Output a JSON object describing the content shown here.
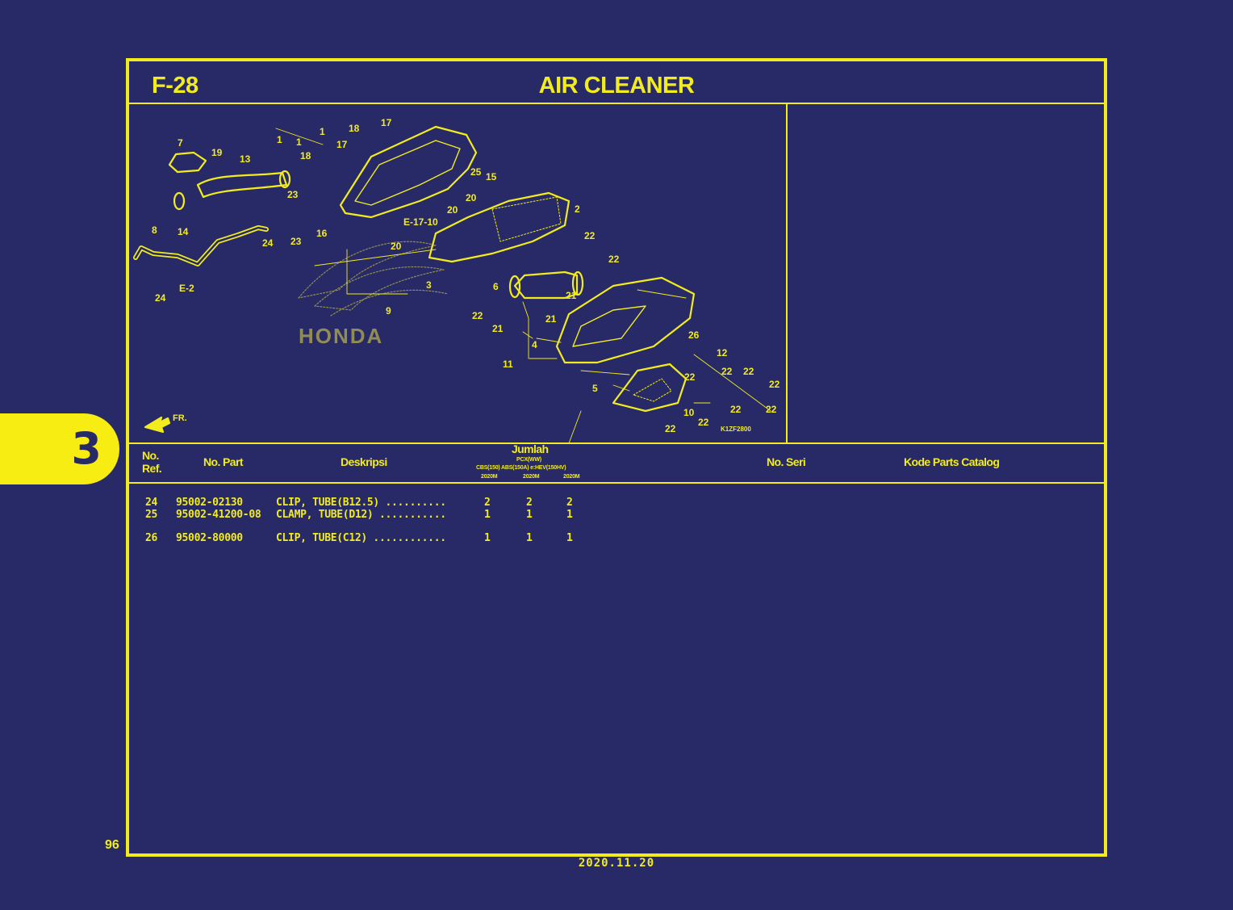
{
  "header": {
    "code": "F-28",
    "title": "AIR CLEANER"
  },
  "diagram": {
    "watermark": "HONDA",
    "drawing_code": "K1ZF2800",
    "direction_label": "FR.",
    "callouts": {
      "c7": "7",
      "c19": "19",
      "c13": "13",
      "c14": "14",
      "c8": "8",
      "c24a": "24",
      "c24b": "24",
      "ce2": "E-2",
      "c1a": "1",
      "c1b": "1",
      "c1c": "1",
      "c18a": "18",
      "c18b": "18",
      "c17a": "17",
      "c17b": "17",
      "c23a": "23",
      "c23b": "23",
      "c16": "16",
      "ce1710": "E-17-10",
      "c20a": "20",
      "c20b": "20",
      "c20c": "20",
      "c25": "25",
      "c15": "15",
      "c2": "2",
      "c22a": "22",
      "c22b": "22",
      "c22c": "22",
      "c3": "3",
      "c9": "9",
      "c6": "6",
      "c21a": "21",
      "c21b": "21",
      "c21c": "21",
      "c4": "4",
      "c11": "11",
      "c26": "26",
      "c12": "12",
      "c22d": "22",
      "c22e": "22",
      "c22f": "22",
      "c22g": "22",
      "c5": "5",
      "c22h": "22",
      "c22i": "22",
      "c10": "10",
      "c22j": "22",
      "c22k": "22"
    }
  },
  "table": {
    "headers": {
      "no_ref_1": "No.",
      "no_ref_2": "Ref.",
      "no_part": "No. Part",
      "deskripsi": "Deskripsi",
      "jumlah": "Jumlah",
      "model": "PCX(WW)",
      "variants": "CBS(150) ABS(150A) e:HEV(150HV)",
      "years": [
        "2020M",
        "2020M",
        "2020M"
      ],
      "no_seri": "No. Seri",
      "kode": "Kode Parts Catalog"
    },
    "rows": [
      {
        "ref": "24",
        "part": "95002-02130",
        "desc": "CLIP, TUBE(B12.5) ..........",
        "q1": "2",
        "q2": "2",
        "q3": "2"
      },
      {
        "ref": "25",
        "part": "95002-41200-08",
        "desc": "CLAMP, TUBE(D12) ...........",
        "q1": "1",
        "q2": "1",
        "q3": "1"
      },
      {
        "ref": "26",
        "part": "95002-80000",
        "desc": "CLIP, TUBE(C12) ............",
        "q1": "1",
        "q2": "1",
        "q3": "1"
      }
    ]
  },
  "side_tab": "3",
  "page_number": "96",
  "date": "2020.11.20",
  "colors": {
    "background": "#282a68",
    "line": "#f2ec1c",
    "tab": "#f7ed12"
  }
}
